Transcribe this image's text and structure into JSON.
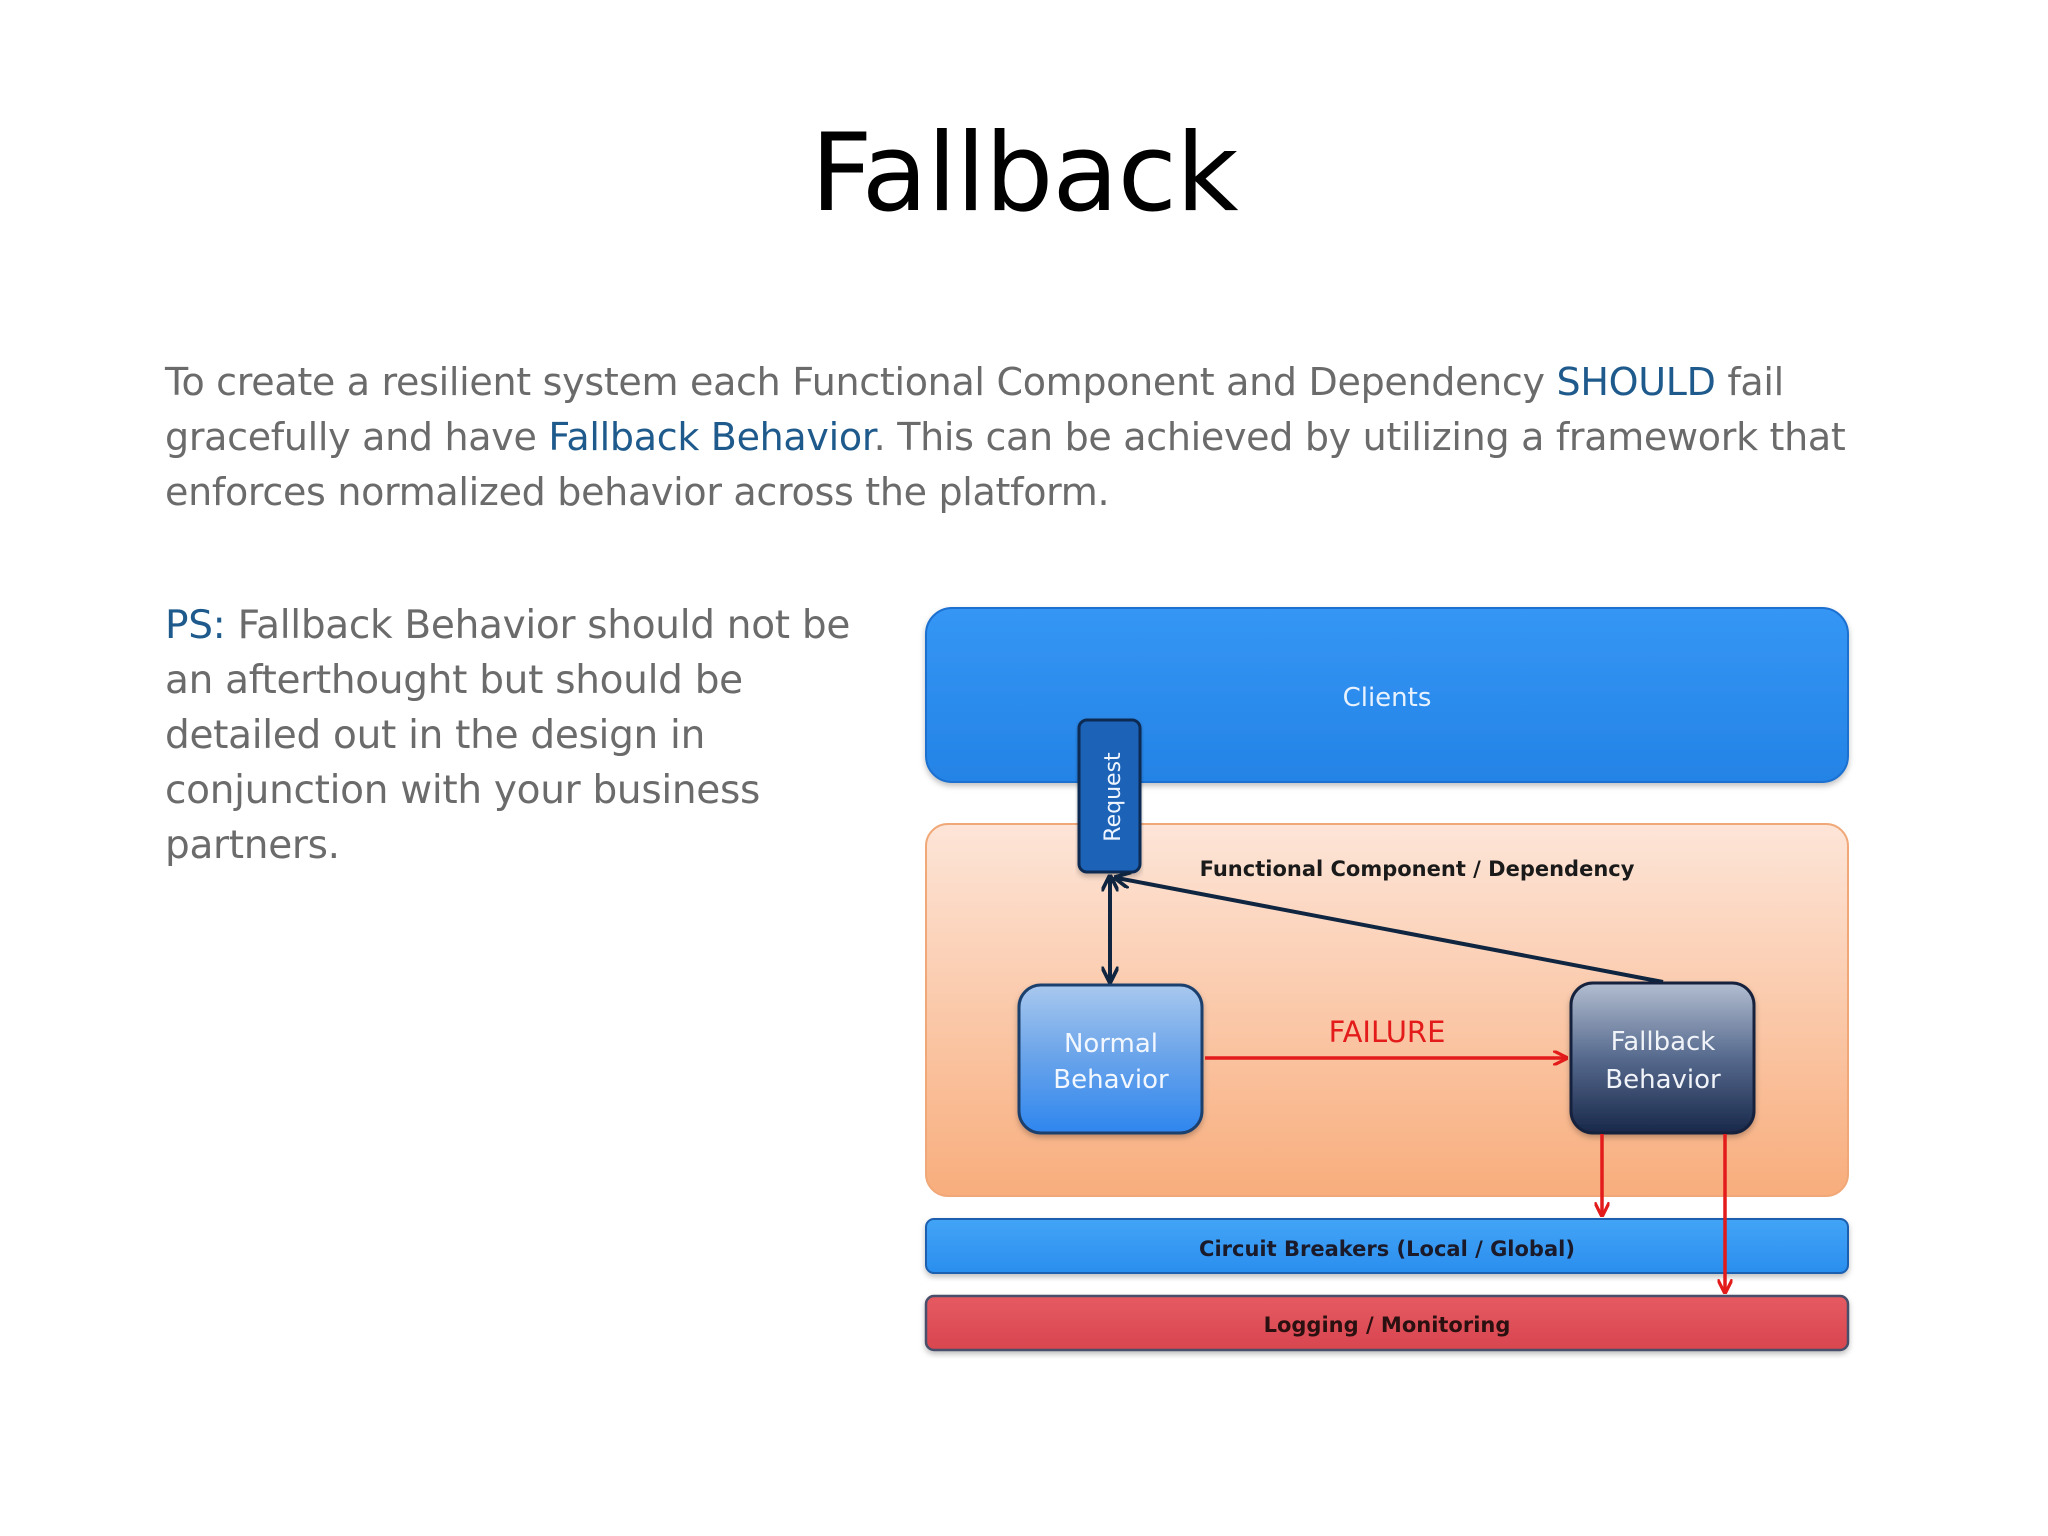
{
  "slide": {
    "title": "Fallback"
  },
  "intro": {
    "part1": "To create a resilient system each Functional Component and Dependency ",
    "should": "SHOULD",
    "part2": " fail gracefully and have ",
    "fallback_behavior": "Fallback Behavior",
    "part3": ". This can be achieved by utilizing a framework that enforces normalized behavior across the platform."
  },
  "ps": {
    "prefix": "PS:",
    "text": " Fallback Behavior should not be an afterthought but should be detailed out in the design in conjunction with your business partners."
  },
  "diagram": {
    "clients": "Clients",
    "request": "Request",
    "functional_component": "Functional Component / Dependency",
    "normal_line1": "Normal",
    "normal_line2": "Behavior",
    "failure": "FAILURE",
    "fallback_line1": "Fallback",
    "fallback_line2": "Behavior",
    "circuit_breakers": "Circuit Breakers (Local / Global)",
    "logging": "Logging / Monitoring"
  },
  "colors": {
    "clients_fill": "#2f8ff0",
    "component_fill_top": "#fde3d4",
    "component_fill_bottom": "#f9b183",
    "request_fill": "#1a63b8",
    "failure_red": "#e31b1b",
    "circuit_fill": "#3c9cf2",
    "logging_fill": "#e0505a",
    "highlight_blue": "#1f5a8c",
    "body_grey": "#6b6b6b"
  }
}
